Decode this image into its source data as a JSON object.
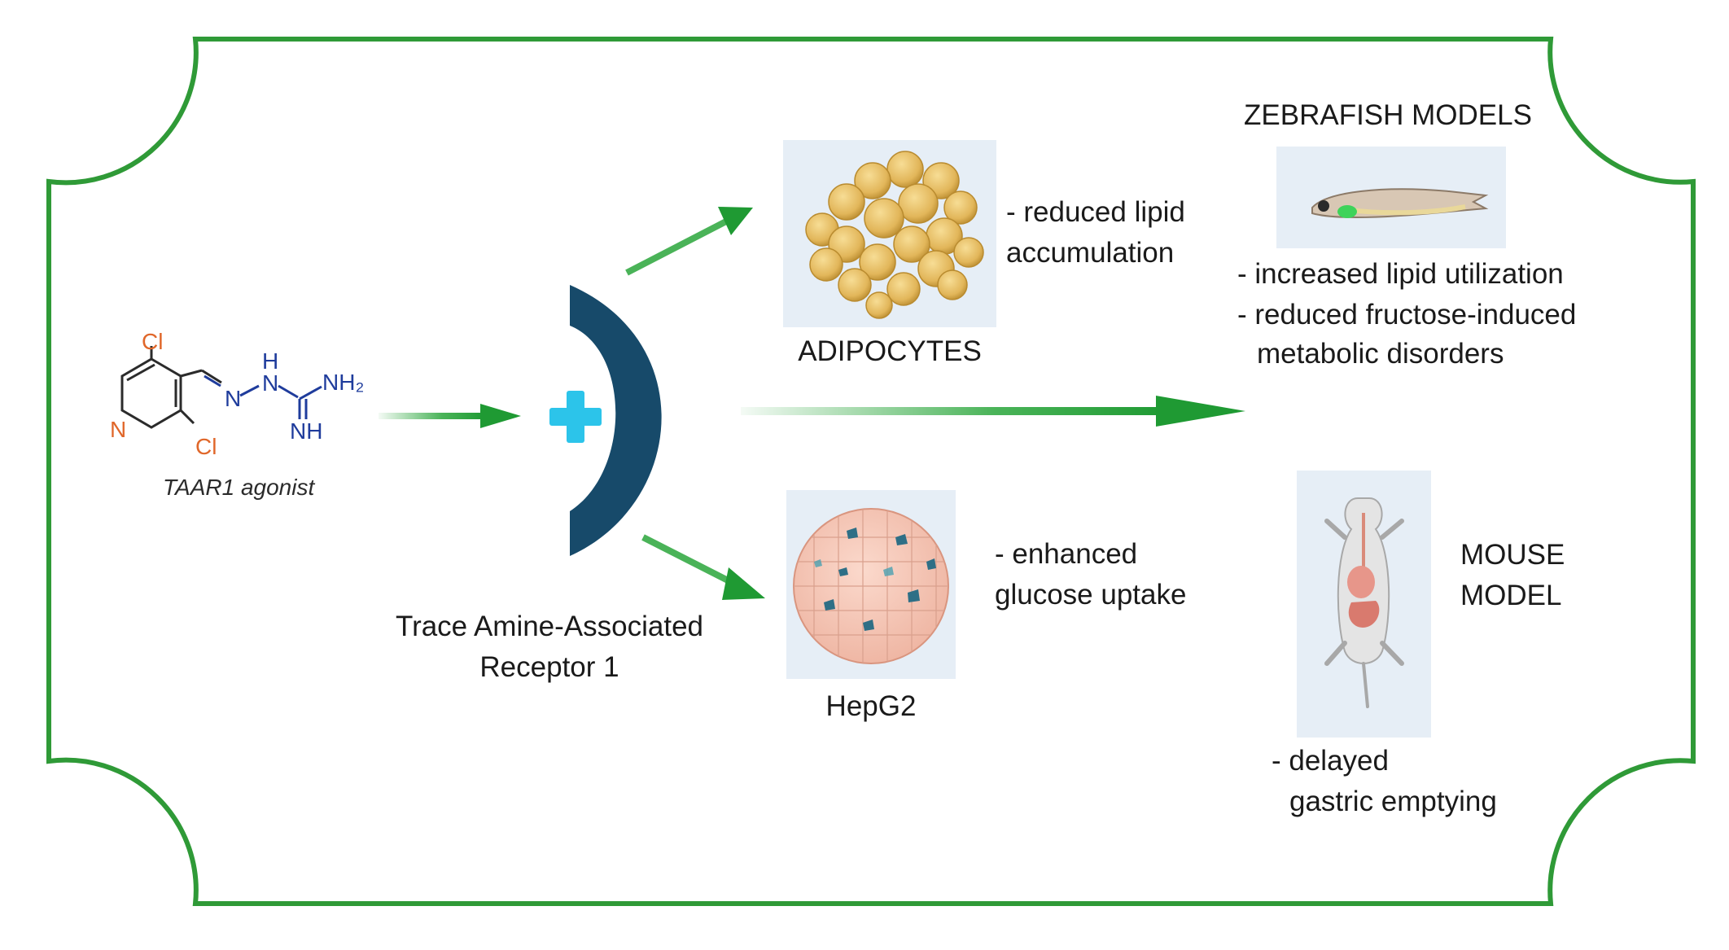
{
  "molecule": {
    "caption": "TAAR1 agonist",
    "atoms": {
      "cl_top": "Cl",
      "cl_bottom": "Cl",
      "n_ring": "N",
      "n1": "N",
      "n2": "N",
      "h": "H",
      "nh2": "NH₂",
      "nh": "NH"
    }
  },
  "receptor": {
    "label_line1": "Trace Amine-Associated",
    "label_line2": "Receptor 1"
  },
  "adipocytes": {
    "title": "ADIPOCYTES",
    "effect_line1": "- reduced lipid",
    "effect_line2": "accumulation"
  },
  "hepg2": {
    "title": "HepG2",
    "effect_line1": "- enhanced",
    "effect_line2": "glucose uptake"
  },
  "zebrafish": {
    "title": "ZEBRAFISH MODELS",
    "effect1": "- increased lipid utilization",
    "effect2_line1": "- reduced fructose-induced",
    "effect2_line2": "metabolic disorders"
  },
  "mouse": {
    "title_line1": "MOUSE",
    "title_line2": "MODEL",
    "effect_line1": "- delayed",
    "effect_line2": "gastric emptying"
  },
  "colors": {
    "frame": "#2f9a37",
    "arrow": "#2aa63b",
    "receptor": "#174a6a",
    "plus": "#2cc4ea",
    "panel_bg": "#e6eef6"
  }
}
